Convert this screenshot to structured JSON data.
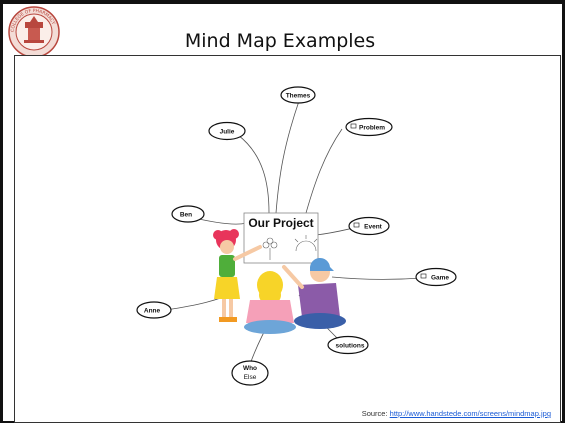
{
  "slide": {
    "title": "Mind Map Examples",
    "logo": "college-of-pharmacy-seal",
    "seal_text": "COLLEGE OF PHARMACY"
  },
  "mindmap": {
    "center": "Our Project",
    "nodes": [
      {
        "id": "themes",
        "label": "Themes"
      },
      {
        "id": "julie",
        "label": "Julie"
      },
      {
        "id": "problem",
        "label": "Problem"
      },
      {
        "id": "ben",
        "label": "Ben"
      },
      {
        "id": "event",
        "label": "Event"
      },
      {
        "id": "game",
        "label": "Game"
      },
      {
        "id": "anne",
        "label": "Anne"
      },
      {
        "id": "solutions",
        "label": "solutions"
      },
      {
        "id": "who",
        "label": "Who"
      },
      {
        "id": "else",
        "label": "Else"
      }
    ]
  },
  "source": {
    "prefix": "Source:",
    "url": "http://www.handstede.com/screens/mindmap.jpg"
  }
}
